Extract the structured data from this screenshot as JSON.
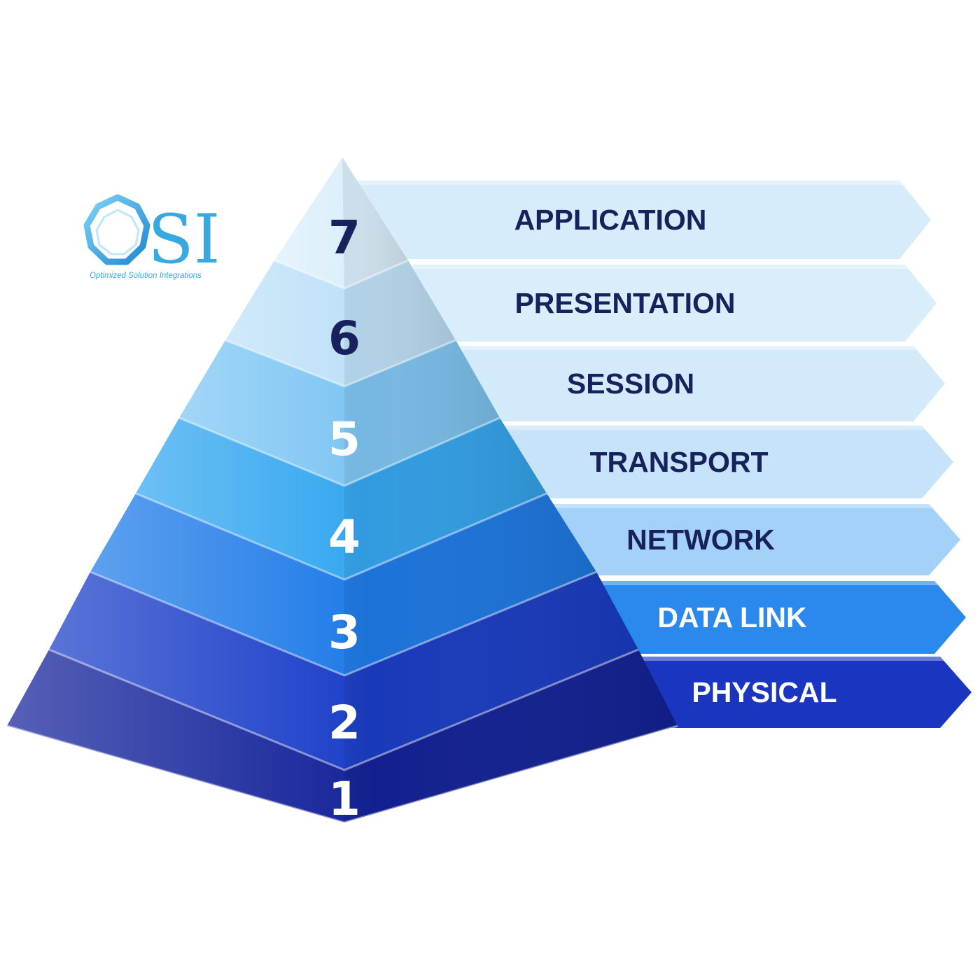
{
  "logo": {
    "letters": "SI",
    "tagline": "Optimized Solution Integrations",
    "color": "#36a9e0"
  },
  "layers": [
    {
      "number": "7",
      "name": "APPLICATION",
      "tier_color": "#dceffc",
      "band_color": "#d6ecfb",
      "number_color": "#17215c",
      "name_color": "#17215c"
    },
    {
      "number": "6",
      "name": "PRESENTATION",
      "tier_color": "#bfe1f8",
      "band_color": "#d9edfb",
      "number_color": "#17215c",
      "name_color": "#17215c"
    },
    {
      "number": "5",
      "name": "SESSION",
      "tier_color": "#7fc6f4",
      "band_color": "#d3eafb",
      "number_color": "#ffffff",
      "name_color": "#17215c"
    },
    {
      "number": "4",
      "name": "TRANSPORT",
      "tier_color": "#35a7f0",
      "band_color": "#c6e3fa",
      "number_color": "#ffffff",
      "name_color": "#17215c"
    },
    {
      "number": "3",
      "name": "NETWORK",
      "tier_color": "#1f7be8",
      "band_color": "#a3d1f7",
      "number_color": "#ffffff",
      "name_color": "#17215c"
    },
    {
      "number": "2",
      "name": "DATA LINK",
      "tier_color": "#1a3ec8",
      "band_color": "#2b88ec",
      "number_color": "#ffffff",
      "name_color": "#ffffff"
    },
    {
      "number": "1",
      "name": "PHYSICAL",
      "tier_color": "#14239a",
      "band_color": "#1a36c0",
      "number_color": "#ffffff",
      "name_color": "#ffffff"
    }
  ]
}
